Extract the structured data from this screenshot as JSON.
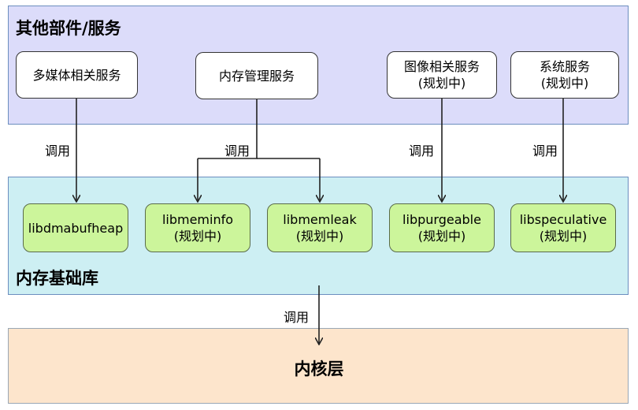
{
  "layers": {
    "services": {
      "title": "其他部件/服务"
    },
    "memory_base": {
      "title": "内存基础库"
    },
    "kernel": {
      "title": "内核层"
    }
  },
  "services": [
    {
      "line1": "多媒体相关服务",
      "line2": ""
    },
    {
      "line1": "内存管理服务",
      "line2": ""
    },
    {
      "line1": "图像相关服务",
      "line2": "(规划中)"
    },
    {
      "line1": "系统服务",
      "line2": "(规划中)"
    }
  ],
  "libraries": [
    {
      "line1": "libdmabufheap",
      "line2": ""
    },
    {
      "line1": "libmeminfo",
      "line2": "(规划中)"
    },
    {
      "line1": "libmemleak",
      "line2": "(规划中)"
    },
    {
      "line1": "libpurgeable",
      "line2": "(规划中)"
    },
    {
      "line1": "libspeculative",
      "line2": "(规划中)"
    }
  ],
  "edge_labels": {
    "multimedia": "调用",
    "memmgr": "调用",
    "image": "调用",
    "system": "调用",
    "kernel": "调用"
  },
  "colors": {
    "service_layer": "#dcdcfa",
    "base_layer": "#cdeff3",
    "kernel_layer": "#fde5cc",
    "library_box": "#ccf59b",
    "service_box": "#ffffff"
  }
}
